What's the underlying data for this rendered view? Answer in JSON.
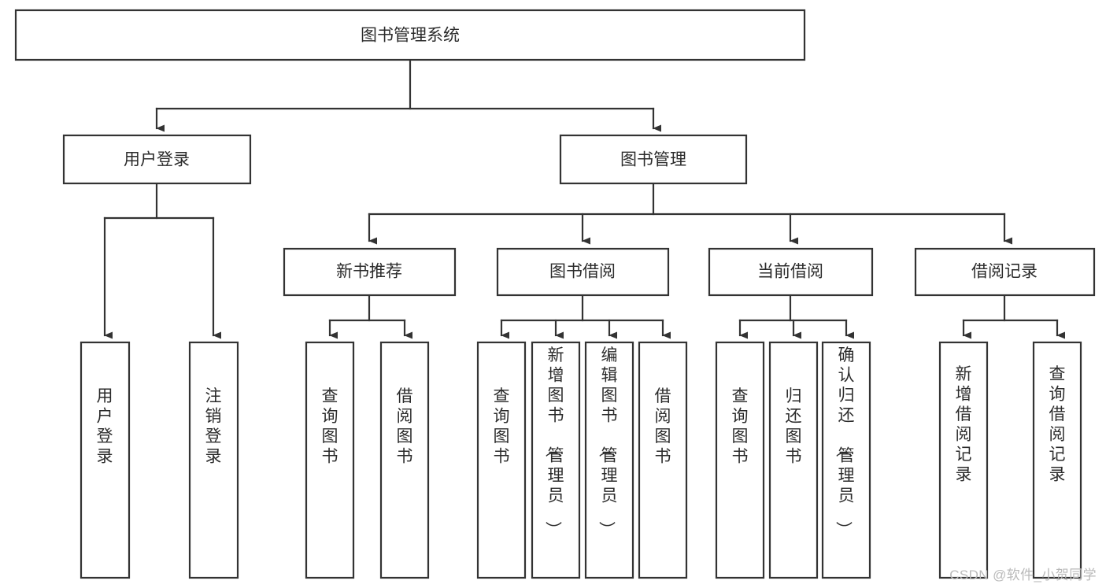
{
  "diagram": {
    "type": "tree-hierarchy",
    "title": "图书管理系统",
    "watermark": "CSDN @软件_小贺同学",
    "accent_color": "#333333",
    "text_color": "#2b2b2b",
    "background_color": "#ffffff",
    "levels": [
      {
        "level": 1,
        "nodes": [
          {
            "id": "root",
            "label": "图书管理系统",
            "orientation": "horizontal"
          }
        ]
      },
      {
        "level": 2,
        "nodes": [
          {
            "id": "user-login",
            "label": "用户登录",
            "orientation": "horizontal",
            "parent": "root"
          },
          {
            "id": "book-manage",
            "label": "图书管理",
            "orientation": "horizontal",
            "parent": "root"
          }
        ]
      },
      {
        "level": 3,
        "nodes": [
          {
            "id": "new-book-rec",
            "label": "新书推荐",
            "orientation": "horizontal",
            "parent": "book-manage"
          },
          {
            "id": "book-borrow",
            "label": "图书借阅",
            "orientation": "horizontal",
            "parent": "book-manage"
          },
          {
            "id": "current-borrow",
            "label": "当前借阅",
            "orientation": "horizontal",
            "parent": "book-manage"
          },
          {
            "id": "borrow-record",
            "label": "借阅记录",
            "orientation": "horizontal",
            "parent": "book-manage"
          }
        ]
      },
      {
        "level": 4,
        "nodes": [
          {
            "id": "leaf-1",
            "label": "用户登录",
            "orientation": "vertical",
            "parent": "user-login"
          },
          {
            "id": "leaf-2",
            "label": "注销登录",
            "orientation": "vertical",
            "parent": "user-login"
          },
          {
            "id": "leaf-3",
            "label": "查询图书",
            "orientation": "vertical",
            "parent": "new-book-rec"
          },
          {
            "id": "leaf-4",
            "label": "借阅图书",
            "orientation": "vertical",
            "parent": "new-book-rec"
          },
          {
            "id": "leaf-5",
            "label": "查询图书",
            "orientation": "vertical",
            "parent": "book-borrow"
          },
          {
            "id": "leaf-6",
            "label": "新增图书（管理员）",
            "orientation": "vertical",
            "parent": "book-borrow"
          },
          {
            "id": "leaf-7",
            "label": "编辑图书（管理员）",
            "orientation": "vertical",
            "parent": "book-borrow"
          },
          {
            "id": "leaf-8",
            "label": "借阅图书",
            "orientation": "vertical",
            "parent": "book-borrow"
          },
          {
            "id": "leaf-9",
            "label": "查询图书",
            "orientation": "vertical",
            "parent": "current-borrow"
          },
          {
            "id": "leaf-10",
            "label": "归还图书",
            "orientation": "vertical",
            "parent": "current-borrow"
          },
          {
            "id": "leaf-11",
            "label": "确认归还（管理员）",
            "orientation": "vertical",
            "parent": "current-borrow"
          },
          {
            "id": "leaf-12",
            "label": "新增借阅记录",
            "orientation": "vertical",
            "parent": "borrow-record"
          },
          {
            "id": "leaf-13",
            "label": "查询借阅记录",
            "orientation": "vertical",
            "parent": "borrow-record"
          }
        ]
      }
    ]
  }
}
